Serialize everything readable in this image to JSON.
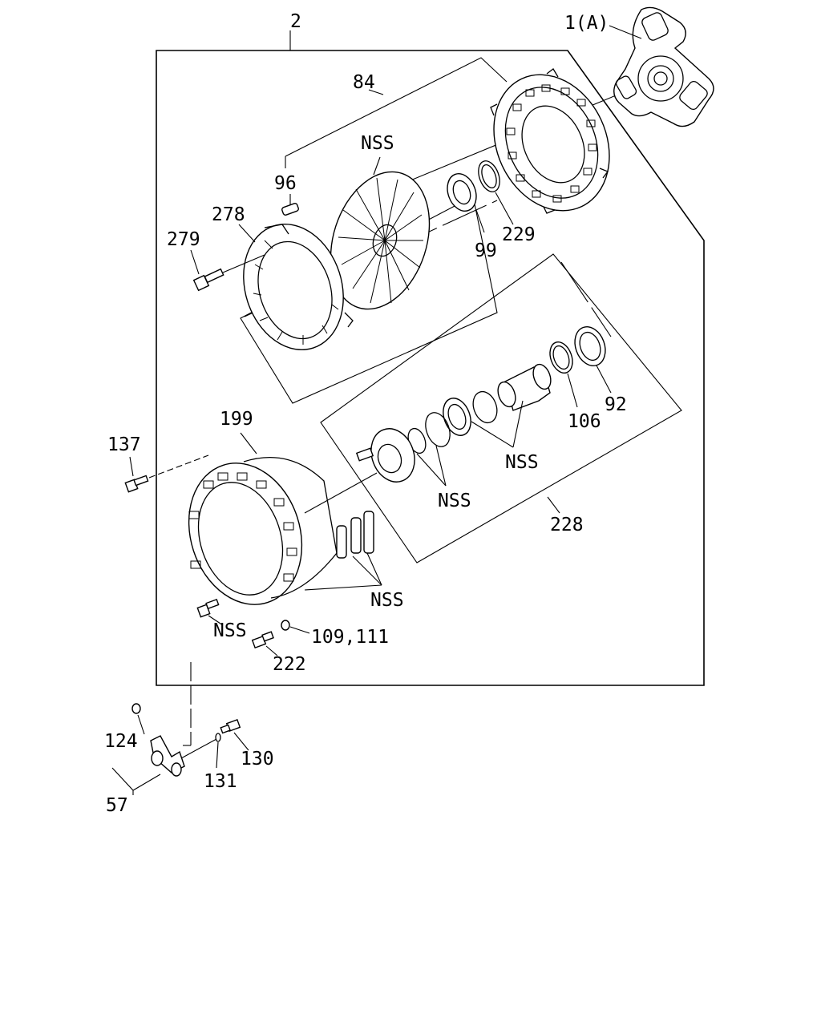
{
  "callouts": {
    "c_2": "2",
    "c_1a": "1(A)",
    "c_84": "84",
    "c_nss_plate": "NSS",
    "c_96": "96",
    "c_278": "278",
    "c_279": "279",
    "c_99": "99",
    "c_229": "229",
    "c_92": "92",
    "c_106": "106",
    "c_nss_rings": "NSS",
    "c_nss_bearing": "NSS",
    "c_228": "228",
    "c_199": "199",
    "c_137": "137",
    "c_nss_links": "NSS",
    "c_nss_bolt": "NSS",
    "c_109_111": "109,111",
    "c_222": "222",
    "c_124": "124",
    "c_130": "130",
    "c_131": "131",
    "c_57": "57"
  }
}
